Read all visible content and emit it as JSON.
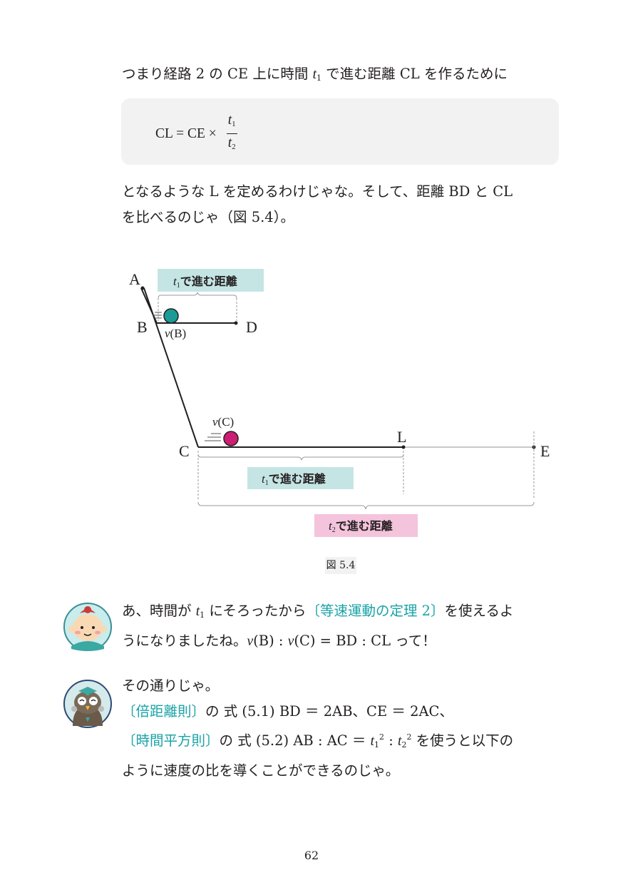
{
  "intro": {
    "pre": "つまり経路 2 の CE 上に時間 ",
    "var": "t",
    "sub": "1",
    "post": " で進む距離 CL を作るために"
  },
  "formula": {
    "lhs": "CL = CE ×",
    "num_var": "t",
    "num_sub": "1",
    "den_var": "t",
    "den_sub": "2"
  },
  "para2": {
    "line1": "となるような L を定めるわけじゃな。そして、距離 BD と CL",
    "line2": "を比べるのじゃ（図 5.4）。"
  },
  "figure": {
    "points": {
      "A": "A",
      "B": "B",
      "C": "C",
      "D": "D",
      "L": "L",
      "E": "E"
    },
    "label_vb_var": "v",
    "label_vb_text": "(B)",
    "label_vc_var": "v",
    "label_vc_text": "(C)",
    "box_top_var": "t",
    "box_top_sub": "1",
    "box_top_text": "で進む距離",
    "box_mid_var": "t",
    "box_mid_sub": "1",
    "box_mid_text": "で進む距離",
    "box_bot_var": "t",
    "box_bot_sub": "2",
    "box_bot_text": "で進む距離",
    "colors": {
      "teal_box": "#c5e5e5",
      "pink_box": "#f4c3dc",
      "ball_b": "#1a9b96",
      "ball_c": "#cc1f73"
    }
  },
  "caption": "図 5.4",
  "dialog1": {
    "l1_pre": "あ、時間が ",
    "l1_var": "t",
    "l1_sub": "1",
    "l1_mid": " にそろったから",
    "l1_highlight": "〔等速運動の定理 2〕",
    "l1_post": "を使えるよ",
    "l2_pre": "うになりましたね。",
    "l2_v1": "v",
    "l2_b": "(B) : ",
    "l2_v2": "v",
    "l2_c": "(C) = BD : CL って！",
    "avatar_icon": "boy-avatar-icon"
  },
  "dialog2": {
    "l1": "その通りじゃ。",
    "l2_highlight": "〔倍距離則〕",
    "l2_post": "の 式 (5.1) BD ＝ 2AB、CE ＝ 2AC、",
    "l3_highlight": "〔時間平方則〕",
    "l3_mid": "の 式 (5.2)  AB : AC  ＝ ",
    "l3_var1": "t",
    "l3_sub1": "1",
    "l3_sup1": "2",
    "l3_colon": " : ",
    "l3_var2": "t",
    "l3_sub2": "2",
    "l3_sup2": "2",
    "l3_post": " を使うと以下の",
    "l4": "ように速度の比を導くことができるのじゃ。",
    "avatar_icon": "owl-professor-avatar-icon"
  },
  "page_number": "62"
}
